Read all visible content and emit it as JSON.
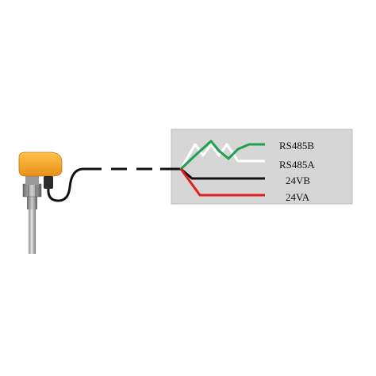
{
  "diagram": {
    "labels": {
      "rs485b": "RS485B",
      "rs485a": "RS485A",
      "v24b": "24VB",
      "v24a": "24VA"
    },
    "wire_colors": {
      "rs485b": "#1aa34a",
      "rs485a": "#ffffff",
      "v24b": "#111111",
      "v24a": "#e01e1e"
    },
    "panel_color": "#d6d6d6",
    "sensor_head_color": "#f5a623",
    "cable_color": "#111111"
  }
}
